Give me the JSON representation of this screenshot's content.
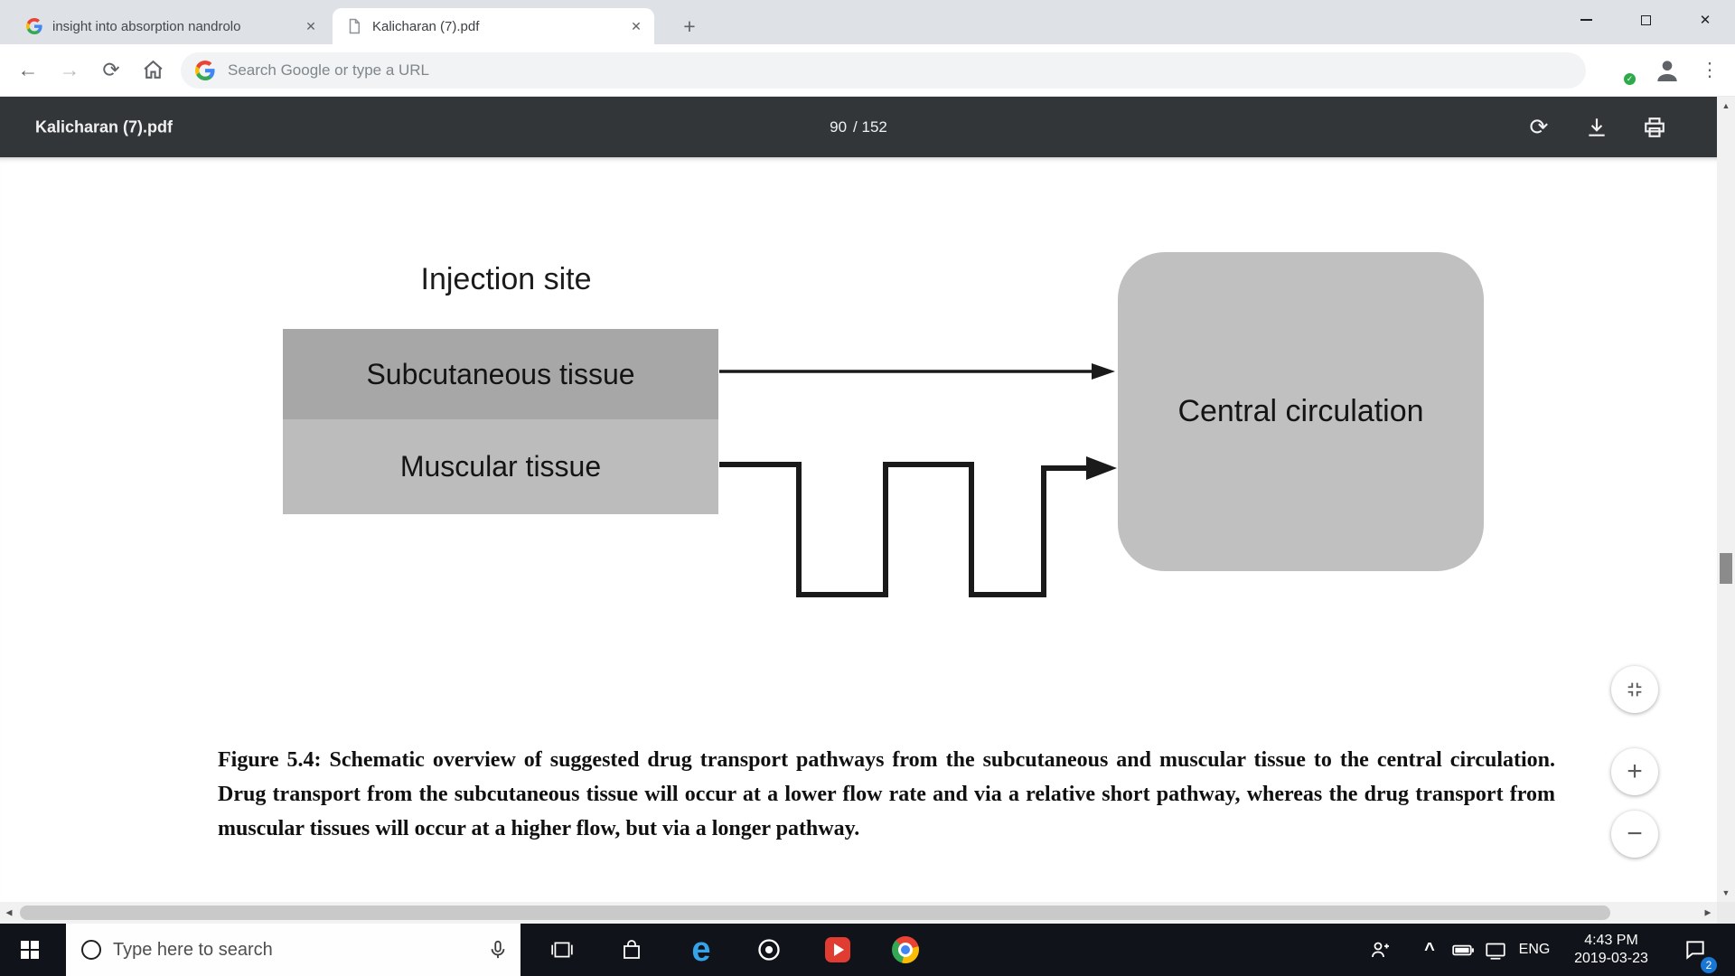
{
  "icons": {
    "back": "←",
    "forward": "→",
    "reload": "⟳",
    "rotate": "⟳",
    "new_tab": "+",
    "close": "✕",
    "menu": "⋮",
    "check": "✓",
    "zoom_in": "+",
    "zoom_out": "−",
    "scroll_up": "▲",
    "scroll_down": "▼",
    "scroll_left": "◀",
    "scroll_right": "▶",
    "tray_chevron": "^"
  },
  "browser": {
    "tabs": [
      {
        "title": "insight into absorption nandrolo"
      },
      {
        "title": "Kalicharan (7).pdf"
      }
    ],
    "address_placeholder": "Search Google or type a URL"
  },
  "pdf_viewer": {
    "document_title": "Kalicharan (7).pdf",
    "current_page": "90",
    "page_total": "/ 152"
  },
  "page": {
    "injection_site_label": "Injection site",
    "subcutaneous_label": "Subcutaneous tissue",
    "muscular_label": "Muscular tissue",
    "central_label": "Central circulation",
    "caption": "Figure 5.4: Schematic overview of suggested drug transport pathways from the subcutaneous and muscular tissue to the central circulation. Drug transport from the subcutaneous tissue will occur at a lower flow rate and via a relative short pathway, whereas the drug transport from muscular tissues will occur at a higher flow, but via a longer pathway.",
    "colors": {
      "subcutaneous_fill": "#a7a7a7",
      "muscular_fill": "#bcbcbc",
      "central_fill": "#c0c0c0",
      "arrow": "#1a1a1a"
    }
  },
  "taskbar": {
    "search_placeholder": "Type here to search",
    "language": "ENG",
    "time": "4:43 PM",
    "date": "2019-03-23",
    "notification_count": "2"
  }
}
